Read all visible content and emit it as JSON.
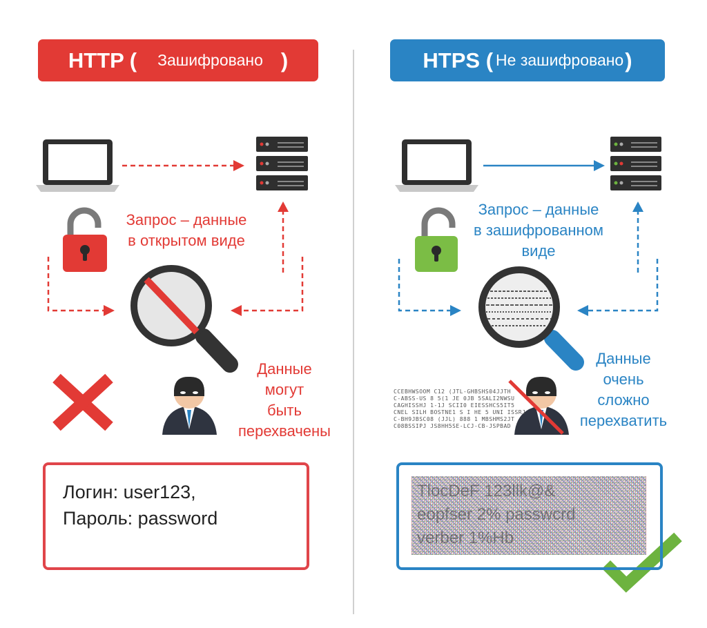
{
  "left": {
    "banner": {
      "prefix": "HTTP (",
      "middle": "Зашифровано",
      "suffix": ")"
    },
    "request_caption": [
      "Запрос – данные",
      "в открытом виде"
    ],
    "intercept_caption": [
      "Данные",
      "могут",
      "быть",
      "перехвачены"
    ],
    "credentials": [
      "Логин: user123,",
      "Пароль: password"
    ]
  },
  "right": {
    "banner": {
      "prefix": "HTPS (",
      "middle": "Не зашифровано",
      "suffix": ")"
    },
    "request_caption": [
      "Запрос – данные",
      "в зашифрованном",
      "виде"
    ],
    "intercept_caption": [
      "Данные",
      "очень",
      "сложно",
      "перехватить"
    ],
    "encrypted_lines": [
      "TlocDeF 123llk@&",
      "eopfser 2% passwcrd",
      "verber 1%Hb"
    ],
    "small_cipher_lines": [
      "CCEBHWSOOM C12 (JTL-GHBSHS04JJTH",
      "C-ABSS-US 8 5(1 JE 0JB 5SALI2NWSU",
      "CAGHISSHJ 1-1J SCII0 EIESSHCS5IT5",
      "CNEL SILH BOSTNE1 S I HE 5 UNI ISSRJ",
      "C-BH9JBSC08 (JJL) 888 1 MBSHMS2JT",
      "C08BSSIPJ JS8HH5SE-LCJ-CB-JSPBAD"
    ]
  },
  "colors": {
    "http_red": "#e23a35",
    "https_blue": "#2a84c4",
    "lock_open_red": "#e23a35",
    "lock_green": "#7bbd45",
    "check_green": "#6db33f",
    "cross_red": "#e23a35",
    "server_dark": "#2f2f2f"
  },
  "icons": {
    "left": [
      "laptop-icon",
      "server-icon",
      "open-lock-icon",
      "magnifier-icon",
      "cross-icon",
      "hacker-icon"
    ],
    "right": [
      "laptop-icon",
      "server-icon",
      "lock-icon",
      "magnifier-icon",
      "check-icon",
      "hacker-icon"
    ]
  }
}
